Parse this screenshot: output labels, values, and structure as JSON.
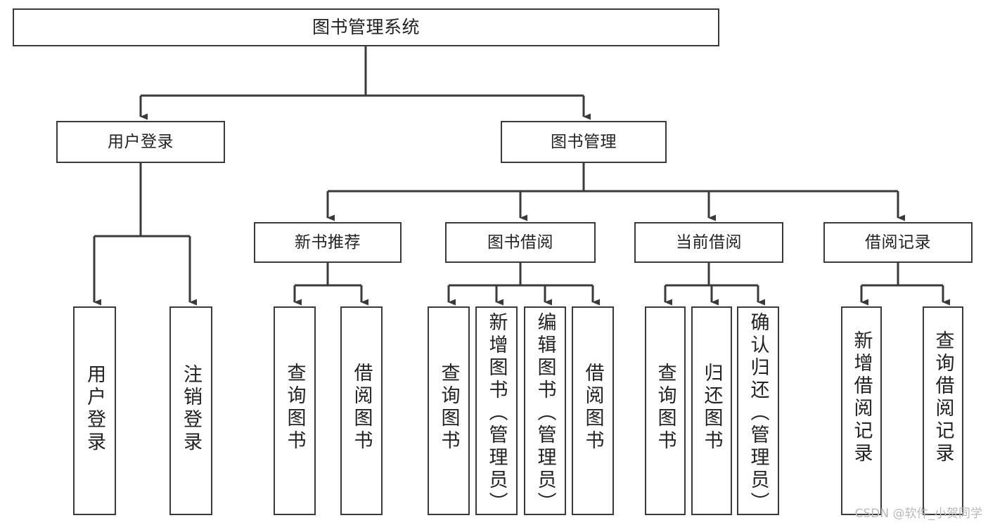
{
  "diagram": {
    "title": "图书管理系统",
    "root": {
      "label": "图书管理系统"
    },
    "level2": [
      {
        "label": "用户登录"
      },
      {
        "label": "图书管理"
      }
    ],
    "level3": [
      {
        "label": "新书推荐"
      },
      {
        "label": "图书借阅"
      },
      {
        "label": "当前借阅"
      },
      {
        "label": "借阅记录"
      }
    ],
    "leaves_user_login": [
      {
        "label": "用户登录"
      },
      {
        "label": "注销登录"
      }
    ],
    "leaves_new_book": [
      {
        "label": "查询图书"
      },
      {
        "label": "借阅图书"
      }
    ],
    "leaves_borrow": [
      {
        "label": "查询图书"
      },
      {
        "label": "新增图书（管理员）"
      },
      {
        "label": "编辑图书（管理员）"
      },
      {
        "label": "借阅图书"
      }
    ],
    "leaves_current": [
      {
        "label": "查询图书"
      },
      {
        "label": "归还图书"
      },
      {
        "label": "确认归还（管理员）"
      }
    ],
    "leaves_record": [
      {
        "label": "新增借阅记录"
      },
      {
        "label": "查询借阅记录"
      }
    ],
    "watermark": "CSDN @软件_小贺同学",
    "colors": {
      "stroke": "#3a3a3a",
      "text": "#222222",
      "background": "#ffffff",
      "watermark": "#b9b9b9"
    }
  }
}
